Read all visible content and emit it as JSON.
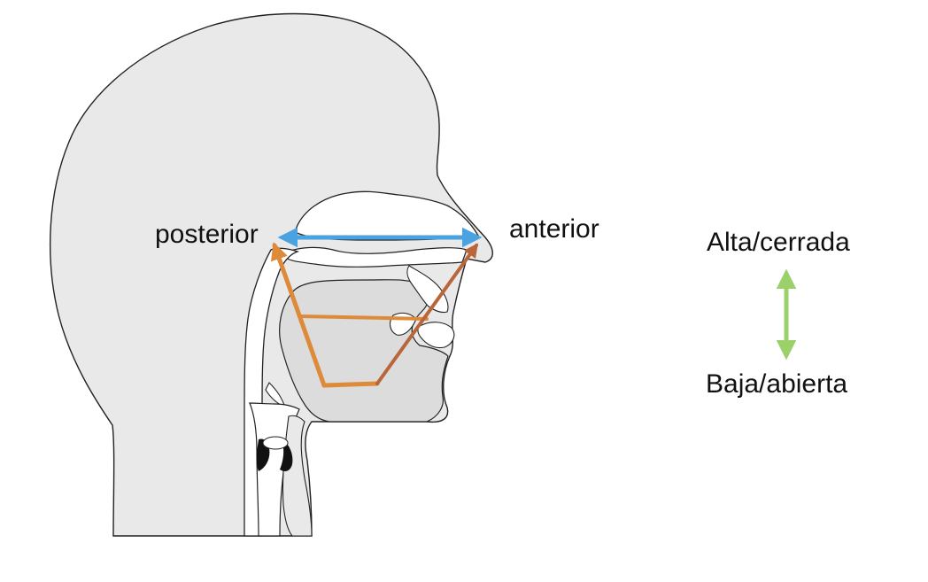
{
  "labels": {
    "posterior": "posterior",
    "anterior": "anterior",
    "alta": "Alta/cerrada",
    "baja": "Baja/abierta"
  },
  "colors": {
    "head_fill": "#e9e9e9",
    "cavity_fill": "#dcdcdc",
    "outline": "#222222",
    "horizontal_arrow": "#4aa3e0",
    "vertical_arrow": "#9bd06b",
    "trapezoid": "#dd8a3a",
    "trapezoid_front": "#b8663a",
    "vocal_cords": "#111111"
  },
  "icons": {
    "horizontal_axis": "double-headed-arrow",
    "vertical_axis": "double-headed-arrow"
  }
}
